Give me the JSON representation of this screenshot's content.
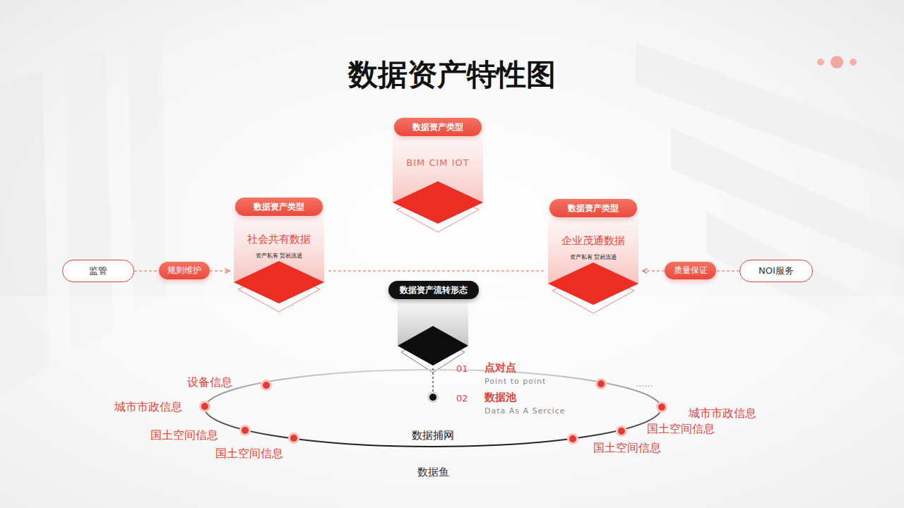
{
  "diagram": {
    "title": "数据资产特性图",
    "nodes": [
      {
        "text": [
          "数据资产类型",
          "BIM CIM IOT"
        ]
      },
      {
        "text": [
          "数据资产类型",
          "社会共有数据",
          "资产私有 贸易流通"
        ]
      },
      {
        "text": [
          "数据资产类型",
          "企业茂通数据",
          "资产私有 贸易流通"
        ]
      },
      {
        "text": [
          "监管"
        ]
      },
      {
        "text": [
          "规则维护"
        ]
      },
      {
        "text": [
          "质量保证"
        ]
      },
      {
        "text": [
          "NOI服务"
        ]
      },
      {
        "text": [
          "数据资产流转形态"
        ]
      },
      {
        "text": [
          "数据捕网"
        ]
      }
    ],
    "edges": [
      {
        "from": 3,
        "to": 4,
        "arrow": "none"
      },
      {
        "from": 4,
        "to": 1,
        "arrow": "to"
      },
      {
        "from": 1,
        "to": 2,
        "arrow": "none"
      },
      {
        "from": 6,
        "to": 5,
        "arrow": "none"
      },
      {
        "from": 5,
        "to": 2,
        "arrow": "to"
      }
    ],
    "labels": [
      "01",
      "点对点",
      "Point to point",
      "02",
      "数据池",
      "Data As A Sercice",
      "设备信息",
      "城市市政信息",
      "国土空间信息",
      "国土空间信息",
      "......",
      "城市市政信息",
      "国土空间信息",
      "国土空间信息",
      "数据鱼"
    ]
  }
}
